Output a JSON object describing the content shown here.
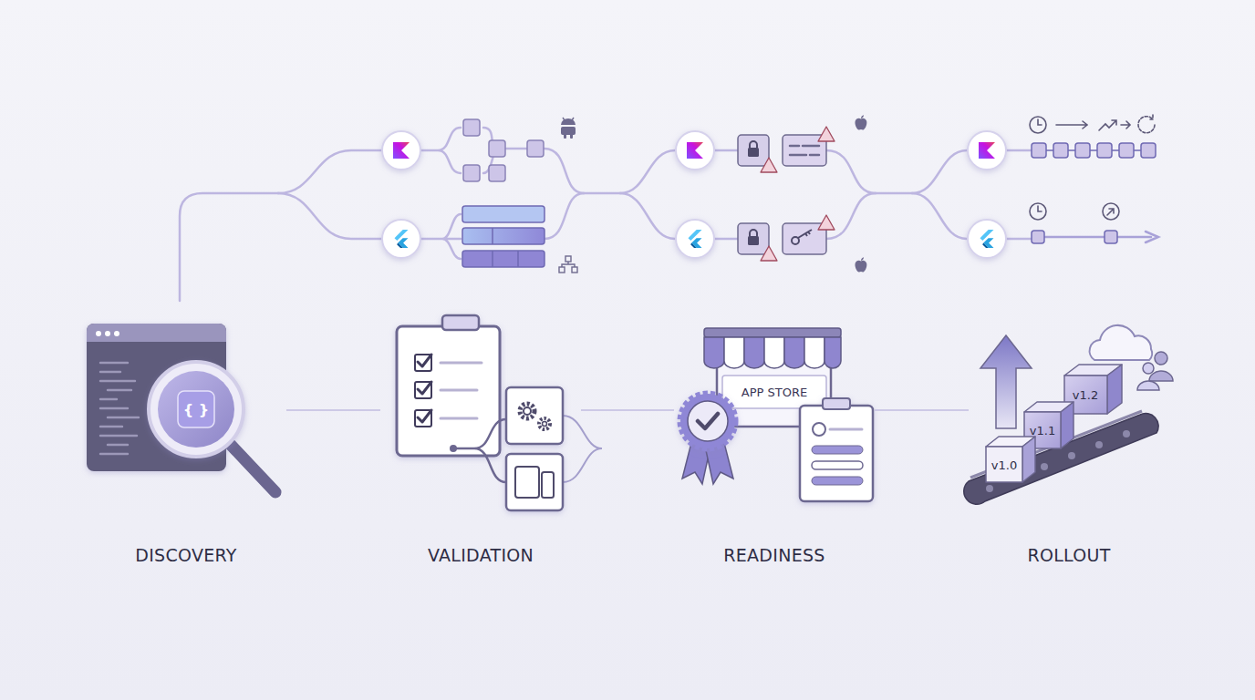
{
  "diagram": {
    "nodes": [
      {
        "text": [
          "DISCOVERY"
        ]
      },
      {
        "text": [
          "VALIDATION"
        ]
      },
      {
        "text": [
          "READINESS"
        ]
      },
      {
        "text": [
          "ROLLOUT"
        ]
      }
    ],
    "edges": [
      {
        "from": 0,
        "to": 1,
        "arrow": "none"
      },
      {
        "from": 1,
        "to": 2,
        "arrow": "none"
      },
      {
        "from": 2,
        "to": 3,
        "arrow": "none"
      }
    ],
    "labels": [
      "{ }",
      "APP STORE",
      "v1.0",
      "v1.1",
      "v1.2"
    ]
  }
}
